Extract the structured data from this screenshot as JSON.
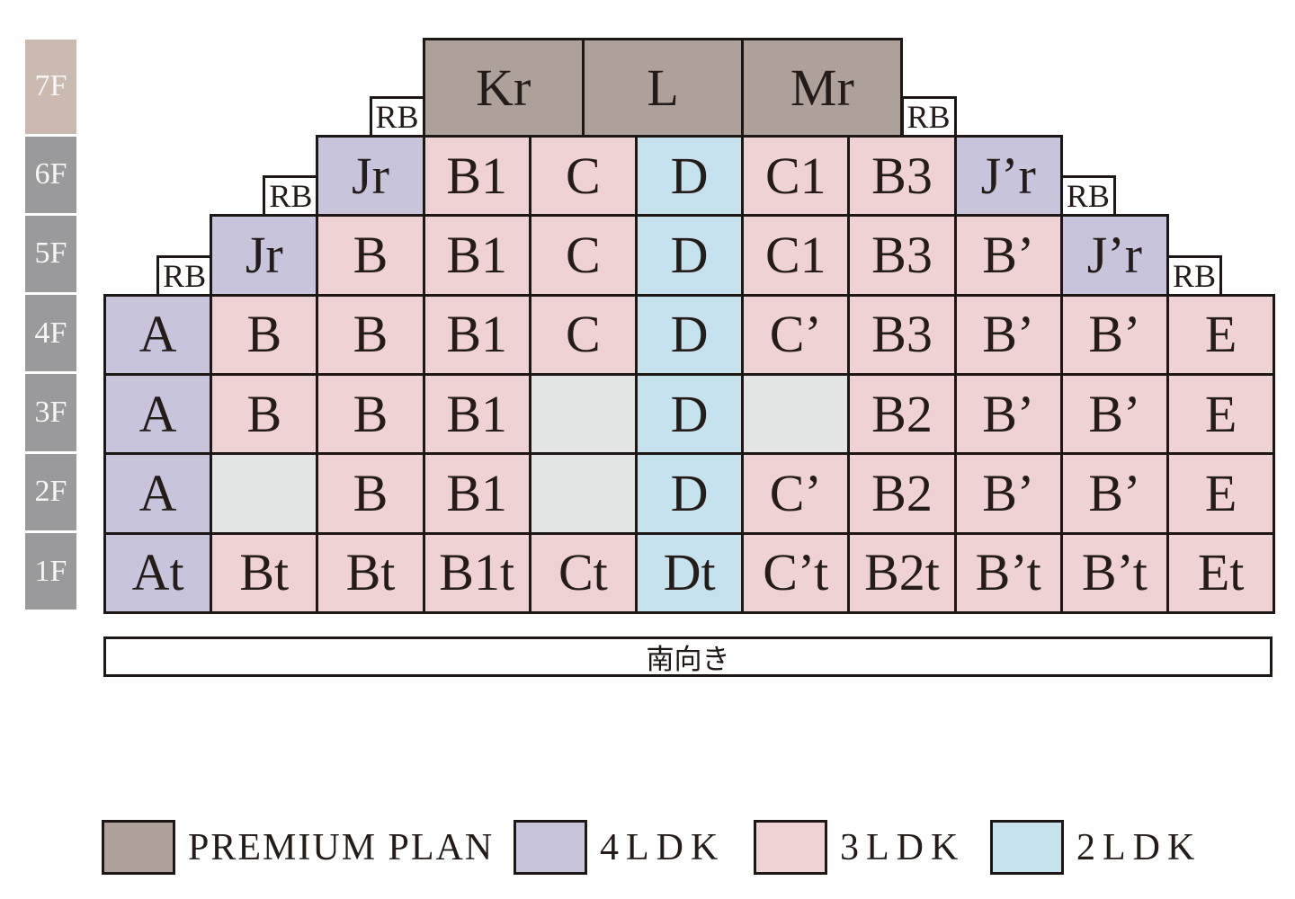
{
  "palette": {
    "premium": "#aea19a",
    "ldk4": "#c8c4db",
    "ldk3": "#efd2d3",
    "ldk2": "#c7e2ef",
    "empty": "#e3e5e4",
    "floor_tab": "#9a999b",
    "floor_tab_top": "#cbbaaf",
    "border": "#1d1715"
  },
  "rb_label": "RB",
  "direction_label": "南向き",
  "floors": [
    {
      "label": "7F",
      "top": true,
      "units": [
        {
          "t": "Kr",
          "type": "premium",
          "col": 4,
          "span": 1.5
        },
        {
          "t": "L",
          "type": "premium",
          "col": 5.5,
          "span": 1.5
        },
        {
          "t": "Mr",
          "type": "premium",
          "col": 7,
          "span": 1.5
        }
      ],
      "rb": [
        3.5,
        8.5
      ]
    },
    {
      "label": "6F",
      "units": [
        {
          "t": "Jr",
          "type": "ldk4",
          "col": 3
        },
        {
          "t": "B1",
          "type": "ldk3",
          "col": 4
        },
        {
          "t": "C",
          "type": "ldk3",
          "col": 5
        },
        {
          "t": "D",
          "type": "ldk2",
          "col": 6
        },
        {
          "t": "C1",
          "type": "ldk3",
          "col": 7
        },
        {
          "t": "B3",
          "type": "ldk3",
          "col": 8
        },
        {
          "t": "J’r",
          "type": "ldk4",
          "col": 9
        }
      ],
      "rb": [
        2.5,
        10
      ]
    },
    {
      "label": "5F",
      "units": [
        {
          "t": "Jr",
          "type": "ldk4",
          "col": 2
        },
        {
          "t": "B",
          "type": "ldk3",
          "col": 3
        },
        {
          "t": "B1",
          "type": "ldk3",
          "col": 4
        },
        {
          "t": "C",
          "type": "ldk3",
          "col": 5
        },
        {
          "t": "D",
          "type": "ldk2",
          "col": 6
        },
        {
          "t": "C1",
          "type": "ldk3",
          "col": 7
        },
        {
          "t": "B3",
          "type": "ldk3",
          "col": 8
        },
        {
          "t": "B’",
          "type": "ldk3",
          "col": 9
        },
        {
          "t": "J’r",
          "type": "ldk4",
          "col": 10
        }
      ],
      "rb": [
        1.5,
        11
      ]
    },
    {
      "label": "4F",
      "units": [
        {
          "t": "A",
          "type": "ldk4",
          "col": 1
        },
        {
          "t": "B",
          "type": "ldk3",
          "col": 2
        },
        {
          "t": "B",
          "type": "ldk3",
          "col": 3
        },
        {
          "t": "B1",
          "type": "ldk3",
          "col": 4
        },
        {
          "t": "C",
          "type": "ldk3",
          "col": 5
        },
        {
          "t": "D",
          "type": "ldk2",
          "col": 6
        },
        {
          "t": "C’",
          "type": "ldk3",
          "col": 7
        },
        {
          "t": "B3",
          "type": "ldk3",
          "col": 8
        },
        {
          "t": "B’",
          "type": "ldk3",
          "col": 9
        },
        {
          "t": "B’",
          "type": "ldk3",
          "col": 10
        },
        {
          "t": "E",
          "type": "ldk3",
          "col": 11
        }
      ],
      "rb": []
    },
    {
      "label": "3F",
      "units": [
        {
          "t": "A",
          "type": "ldk4",
          "col": 1
        },
        {
          "t": "B",
          "type": "ldk3",
          "col": 2
        },
        {
          "t": "B",
          "type": "ldk3",
          "col": 3
        },
        {
          "t": "B1",
          "type": "ldk3",
          "col": 4
        },
        {
          "t": "",
          "type": "empty",
          "col": 5
        },
        {
          "t": "D",
          "type": "ldk2",
          "col": 6
        },
        {
          "t": "",
          "type": "empty",
          "col": 7
        },
        {
          "t": "B2",
          "type": "ldk3",
          "col": 8
        },
        {
          "t": "B’",
          "type": "ldk3",
          "col": 9
        },
        {
          "t": "B’",
          "type": "ldk3",
          "col": 10
        },
        {
          "t": "E",
          "type": "ldk3",
          "col": 11
        }
      ],
      "rb": []
    },
    {
      "label": "2F",
      "units": [
        {
          "t": "A",
          "type": "ldk4",
          "col": 1
        },
        {
          "t": "",
          "type": "empty",
          "col": 2
        },
        {
          "t": "B",
          "type": "ldk3",
          "col": 3
        },
        {
          "t": "B1",
          "type": "ldk3",
          "col": 4
        },
        {
          "t": "",
          "type": "empty",
          "col": 5
        },
        {
          "t": "D",
          "type": "ldk2",
          "col": 6
        },
        {
          "t": "C’",
          "type": "ldk3",
          "col": 7
        },
        {
          "t": "B2",
          "type": "ldk3",
          "col": 8
        },
        {
          "t": "B’",
          "type": "ldk3",
          "col": 9
        },
        {
          "t": "B’",
          "type": "ldk3",
          "col": 10
        },
        {
          "t": "E",
          "type": "ldk3",
          "col": 11
        }
      ],
      "rb": []
    },
    {
      "label": "1F",
      "units": [
        {
          "t": "At",
          "type": "ldk4",
          "col": 1
        },
        {
          "t": "Bt",
          "type": "ldk3",
          "col": 2
        },
        {
          "t": "Bt",
          "type": "ldk3",
          "col": 3
        },
        {
          "t": "B1t",
          "type": "ldk3",
          "col": 4
        },
        {
          "t": "Ct",
          "type": "ldk3",
          "col": 5
        },
        {
          "t": "Dt",
          "type": "ldk2",
          "col": 6
        },
        {
          "t": "C’t",
          "type": "ldk3",
          "col": 7
        },
        {
          "t": "B2t",
          "type": "ldk3",
          "col": 8
        },
        {
          "t": "B’t",
          "type": "ldk3",
          "col": 9
        },
        {
          "t": "B’t",
          "type": "ldk3",
          "col": 10
        },
        {
          "t": "Et",
          "type": "ldk3",
          "col": 11
        }
      ],
      "rb": []
    }
  ],
  "legend": {
    "items": [
      {
        "label": "PREMIUM PLAN",
        "type": "premium"
      },
      {
        "label": "4LDK",
        "type": "ldk4"
      },
      {
        "label": "3LDK",
        "type": "ldk3"
      },
      {
        "label": "2LDK",
        "type": "ldk2"
      }
    ]
  }
}
